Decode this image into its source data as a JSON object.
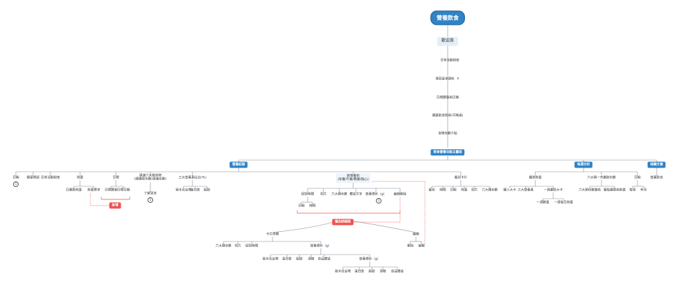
{
  "root": "營養飲食",
  "welcome": "歡迎頁",
  "onboarding": [
    "日常活動程度",
    "填寫基本資料",
    "日標體重與日期",
    "健康飲食問卷(可略過)",
    "食物份數介紹"
  ],
  "onboarding_badge": "P",
  "main_page": "飲食營養功能主畫面",
  "record": {
    "title": "營養紀錄",
    "date": "日期",
    "health_tips": "健康標語",
    "daily_activity": "日常活動程度",
    "calories": "熱量",
    "calories_done": "已攝取熱量",
    "calories_need": "熱量需求",
    "goal": "日標",
    "goal_weight": "日標體重",
    "goal_date": "日標日期",
    "six_groups_line1": "建議六大類食物",
    "six_groups_line2": "(總攝取份數/建議份數)",
    "learn_more": "了解更多",
    "macro_pct": "三大營養素佔比(%)",
    "carb": "碳水化合物",
    "protein": "蛋白質",
    "fat": "脂肪",
    "add_meal_line1": "新增餐別",
    "add_meal_line2": "(早餐/午餐/晚餐/點心)",
    "record_time": "紀錄時間",
    "photo": "照片",
    "six_servings": "六大類份數",
    "note_text": "備註文字",
    "nutrition_g": "營養標示（g）",
    "edit_delete": "編輯刪除",
    "day": "日期",
    "time": "時間",
    "new_label": "新增",
    "meal_detail": "餐別詳細頁",
    "card_detail": "卡片詳細",
    "six_servings2": "六大類份數",
    "photo2": "照片",
    "record_time2": "紀錄時間",
    "nutrition_g2": "營養標示（g）",
    "carb2": "碳水化合物",
    "protein2": "蛋白質",
    "fat2": "脂肪",
    "alcohol": "酒精",
    "food_note": "食品備註",
    "nutrition_g3": "營養標示（g）",
    "carb3": "碳水化合物",
    "protein3": "蛋白質",
    "fat3": "脂肪",
    "alcohol3": "酒精",
    "food_note3": "食品備註",
    "edit": "編輯",
    "delete": "刪除",
    "edit2": "編輯",
    "meal_card": "餐別卡片",
    "card_meal": "餐別",
    "card_time": "時間",
    "card_date": "日期",
    "card_cal": "熱量",
    "card_photo": "照片",
    "card_six": "六大類份數"
  },
  "analysis": {
    "title": "每週分析",
    "intake": "攝取熱量",
    "intake_size": "攝入大卡",
    "three_macros": "三大營養素",
    "week_intake_size": "一週攝取大卡",
    "week_quantity": "一週數量",
    "week_analysis": "一週每日熱量",
    "six_week": "六大類一天攝取份數",
    "six_servings": "六大類份數圖表",
    "meal_intake": "餐點攝取與熱量",
    "date": "日期",
    "week": "每週",
    "year_month": "年月"
  },
  "related": {
    "title": "相關文章",
    "article": "營養飲食"
  },
  "circle_badge": "1"
}
